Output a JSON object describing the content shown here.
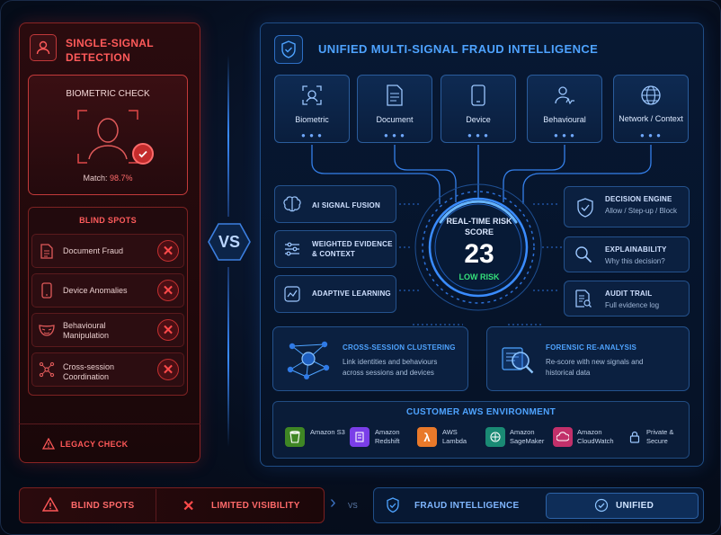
{
  "left": {
    "title": "SINGLE-SIGNAL DETECTION",
    "biometric": {
      "title": "BIOMETRIC CHECK",
      "match_label": "Match:",
      "match_value": "98.7%"
    },
    "blind_spots": {
      "title": "BLIND SPOTS",
      "items": [
        {
          "label": "Document Fraud",
          "icon": "document-icon"
        },
        {
          "label": "Device Anomalies",
          "icon": "phone-icon"
        },
        {
          "label": "Behavioural Manipulation",
          "icon": "mask-icon"
        },
        {
          "label": "Cross-session Coordination",
          "icon": "network-icon"
        }
      ]
    },
    "legacy": "LEGACY CHECK"
  },
  "vs": "VS",
  "right": {
    "title": "UNIFIED MULTI-SIGNAL FRAUD INTELLIGENCE",
    "signals": [
      {
        "label": "Biometric",
        "icon": "face-scan-icon"
      },
      {
        "label": "Document",
        "icon": "document-icon"
      },
      {
        "label": "Device",
        "icon": "phone-icon"
      },
      {
        "label": "Behavioural",
        "icon": "user-activity-icon"
      },
      {
        "label": "Network / Context",
        "icon": "globe-icon"
      }
    ],
    "left_features": [
      {
        "label": "AI SIGNAL FUSION",
        "icon": "brain-icon"
      },
      {
        "label": "WEIGHTED EVIDENCE & CONTEXT",
        "icon": "sliders-icon"
      },
      {
        "label": "ADAPTIVE LEARNING",
        "icon": "chart-icon"
      }
    ],
    "right_features": [
      {
        "label": "DECISION ENGINE",
        "sub": "Allow / Step-up / Block",
        "icon": "shield-check-icon"
      },
      {
        "label": "EXPLAINABILITY",
        "sub": "Why this decision?",
        "icon": "magnifier-icon"
      },
      {
        "label": "AUDIT TRAIL",
        "sub": "Full evidence log",
        "icon": "audit-doc-icon"
      }
    ],
    "score": {
      "title": "REAL-TIME RISK SCORE",
      "value": "23",
      "level": "LOW RISK"
    },
    "clustering": {
      "title": "CROSS-SESSION CLUSTERING",
      "sub": "Link identities and behaviours across sessions and devices"
    },
    "forensic": {
      "title": "FORENSIC RE-ANALYSIS",
      "sub": "Re-score with new signals and historical data"
    },
    "aws": {
      "title": "CUSTOMER AWS ENVIRONMENT",
      "services": [
        {
          "label": "Amazon S3",
          "color": "#3f8624"
        },
        {
          "label": "Amazon Redshift",
          "color": "#7a3ee8"
        },
        {
          "label": "AWS Lambda",
          "color": "#e9792a"
        },
        {
          "label": "Amazon SageMaker",
          "color": "#1a8a74"
        },
        {
          "label": "Amazon CloudWatch",
          "color": "#c2306a"
        },
        {
          "label": "Private & Secure",
          "color": "#1a3a66"
        }
      ]
    }
  },
  "bottom": {
    "blind_spots": "BLIND SPOTS",
    "limited": "LIMITED VISIBILITY",
    "vs": "VS",
    "fraud_intel": "FRAUD INTELLIGENCE",
    "unified": "UNIFIED"
  },
  "colors": {
    "red": "#ff5a5a",
    "blue": "#4ea3ff",
    "green": "#34e07a"
  }
}
